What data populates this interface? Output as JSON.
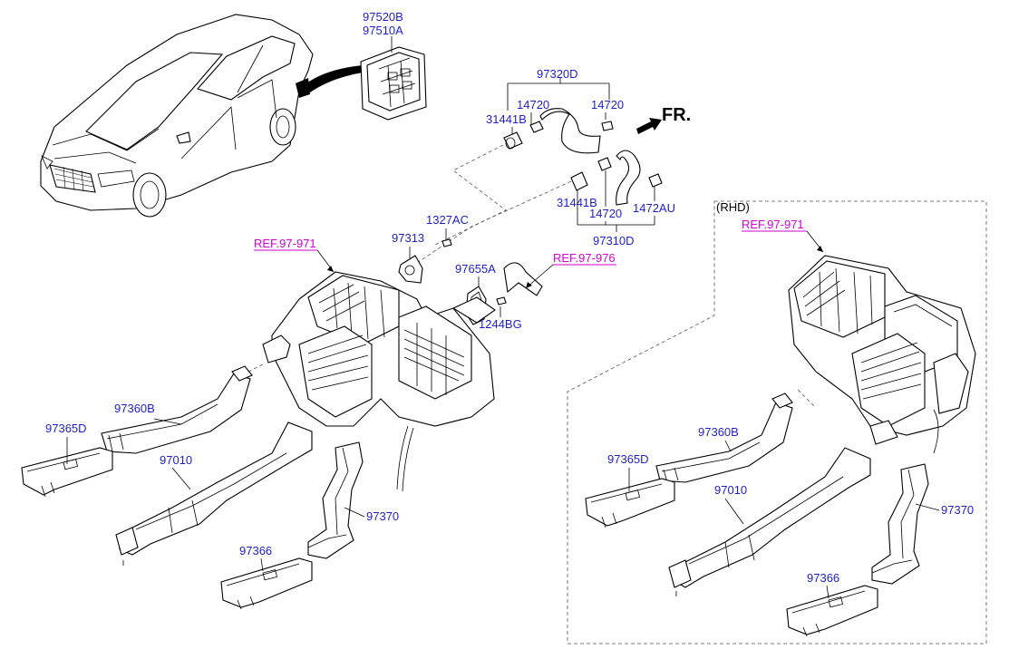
{
  "labels": {
    "p97520B": "97520B",
    "p97510A": "97510A",
    "p97320D": "97320D",
    "p14720_a": "14720",
    "p14720_b": "14720",
    "p31441B_a": "31441B",
    "fr": "FR.",
    "p1327AC": "1327AC",
    "p97313": "97313",
    "p31441B_b": "31441B",
    "p14720_c": "14720",
    "p1472AU": "1472AU",
    "p97310D": "97310D",
    "ref1": "REF.97-971",
    "p97655A": "97655A",
    "ref2": "REF.97-976",
    "p1244BG": "1244BG",
    "p97360B": "97360B",
    "p97365D": "97365D",
    "p97010": "97010",
    "p97370": "97370",
    "p97366": "97366",
    "rhd": "(RHD)",
    "ref3": "REF.97-971",
    "p97360B_r": "97360B",
    "p97365D_r": "97365D",
    "p97010_r": "97010",
    "p97370_r": "97370",
    "p97366_r": "97366"
  },
  "colors": {
    "part_number": "#1f1fc8",
    "reference": "#d000d0",
    "line": "#000000"
  }
}
